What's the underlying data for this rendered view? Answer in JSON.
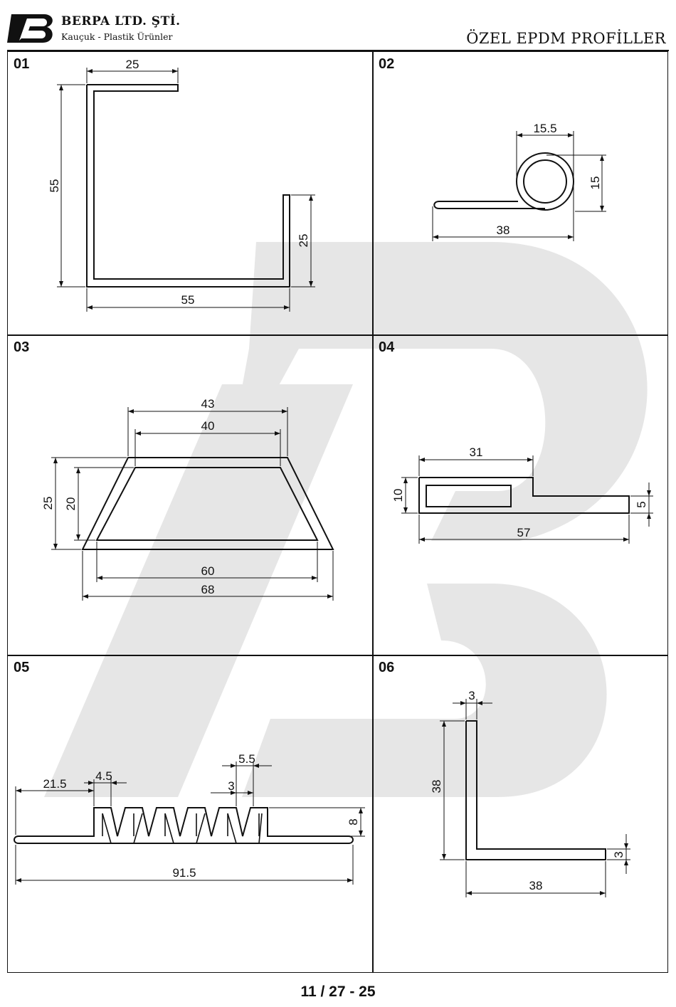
{
  "header": {
    "company_name": "BERPA LTD. ŞTİ.",
    "tagline": "Kauçuk - Plastik Ürünler",
    "title": "ÖZEL EPDM PROFİLLER"
  },
  "profiles": [
    {
      "number": "01",
      "dimensions": {
        "top_flange": "25",
        "left_height": "55",
        "right_height": "25",
        "width": "55"
      }
    },
    {
      "number": "02",
      "dimensions": {
        "bulb_width": "15.5",
        "bulb_height": "15",
        "total_length": "38"
      }
    },
    {
      "number": "03",
      "dimensions": {
        "outer_top": "43",
        "inner_top": "40",
        "outer_height": "25",
        "inner_height": "20",
        "inner_bottom": "60",
        "outer_bottom": "68"
      }
    },
    {
      "number": "04",
      "dimensions": {
        "box_width": "31",
        "box_height": "10",
        "tail_height": "5",
        "total_length": "57"
      }
    },
    {
      "number": "05",
      "dimensions": {
        "flat_length": "21.5",
        "rib_width": "4.5",
        "gap_width": "5.5",
        "wall_thickness": "3",
        "height": "8",
        "total_length": "91.5"
      }
    },
    {
      "number": "06",
      "dimensions": {
        "thickness_top": "3",
        "height": "38",
        "thickness_side": "3",
        "length": "38"
      }
    }
  ],
  "footer": {
    "page_code": "11 / 27 - 25"
  },
  "colors": {
    "line": "#111111",
    "watermark": "#e6e6e6",
    "background": "#ffffff"
  }
}
